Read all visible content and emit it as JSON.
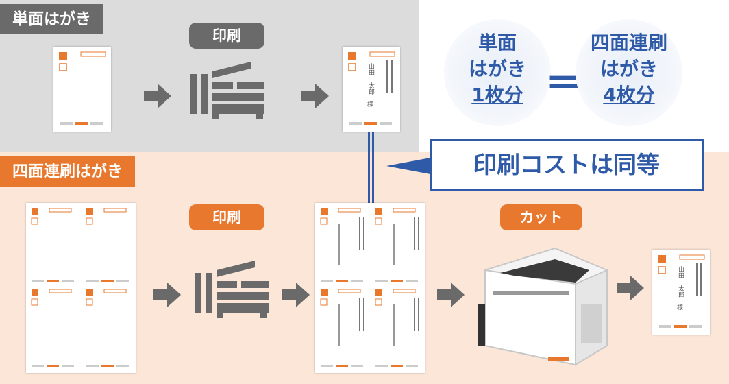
{
  "single_label": "単面はがき",
  "multi_label": "四面連刷はがき",
  "print_label": "印刷",
  "cut_label": "カット",
  "callout": "印刷コストは同等",
  "compare": {
    "left": {
      "line1": "単面",
      "line2": "はがき",
      "line3": "1枚分"
    },
    "equals": "＝",
    "right": {
      "line1": "四面連刷",
      "line2": "はがき",
      "line3": "4枚分"
    }
  },
  "postcard": {
    "name_line1": "山田",
    "name_line2": "太郎",
    "honorific": "様"
  },
  "colors": {
    "dark_gray": "#6a6a6a",
    "orange": "#e8782d",
    "blue": "#2f5aa8",
    "peach": "#fbe6d8",
    "light_gray": "#dcdcdc"
  }
}
